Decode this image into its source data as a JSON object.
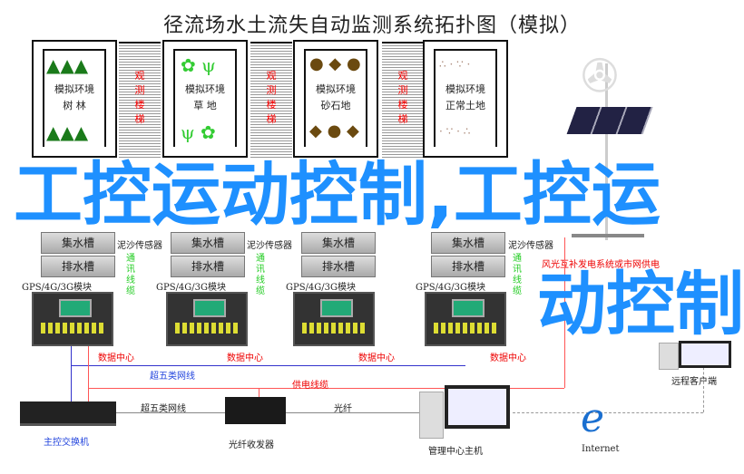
{
  "title": "径流场水土流失自动监测系统拓扑图（模拟）",
  "panels": [
    {
      "env": "模拟环境",
      "type": "树 林"
    },
    {
      "env": "模拟环境",
      "type": "草 地"
    },
    {
      "env": "模拟环境",
      "type": "砂石地"
    },
    {
      "env": "模拟环境",
      "type": "正常土地"
    }
  ],
  "stair_label": "观测楼梯",
  "tanks": {
    "collect": "集水槽",
    "drain": "排水槽"
  },
  "sensor": "泥沙传感器",
  "comm_cable": "通讯线缆",
  "gps": "GPS/4G/3G模块",
  "data_center": "数据中心",
  "cat5e": "超五类网线",
  "power_cable": "供电线缆",
  "power_source": "风光互补发电系统或市网供电",
  "devices": {
    "switch": "主控交换机",
    "fiber_label": "光纤",
    "transceiver": "光纤收发器",
    "host": "管理中心主机",
    "internet": "Internet",
    "remote": "远程客户端"
  },
  "overlay": {
    "line1": "工控运动控制,工控运",
    "line2": "动控制"
  }
}
